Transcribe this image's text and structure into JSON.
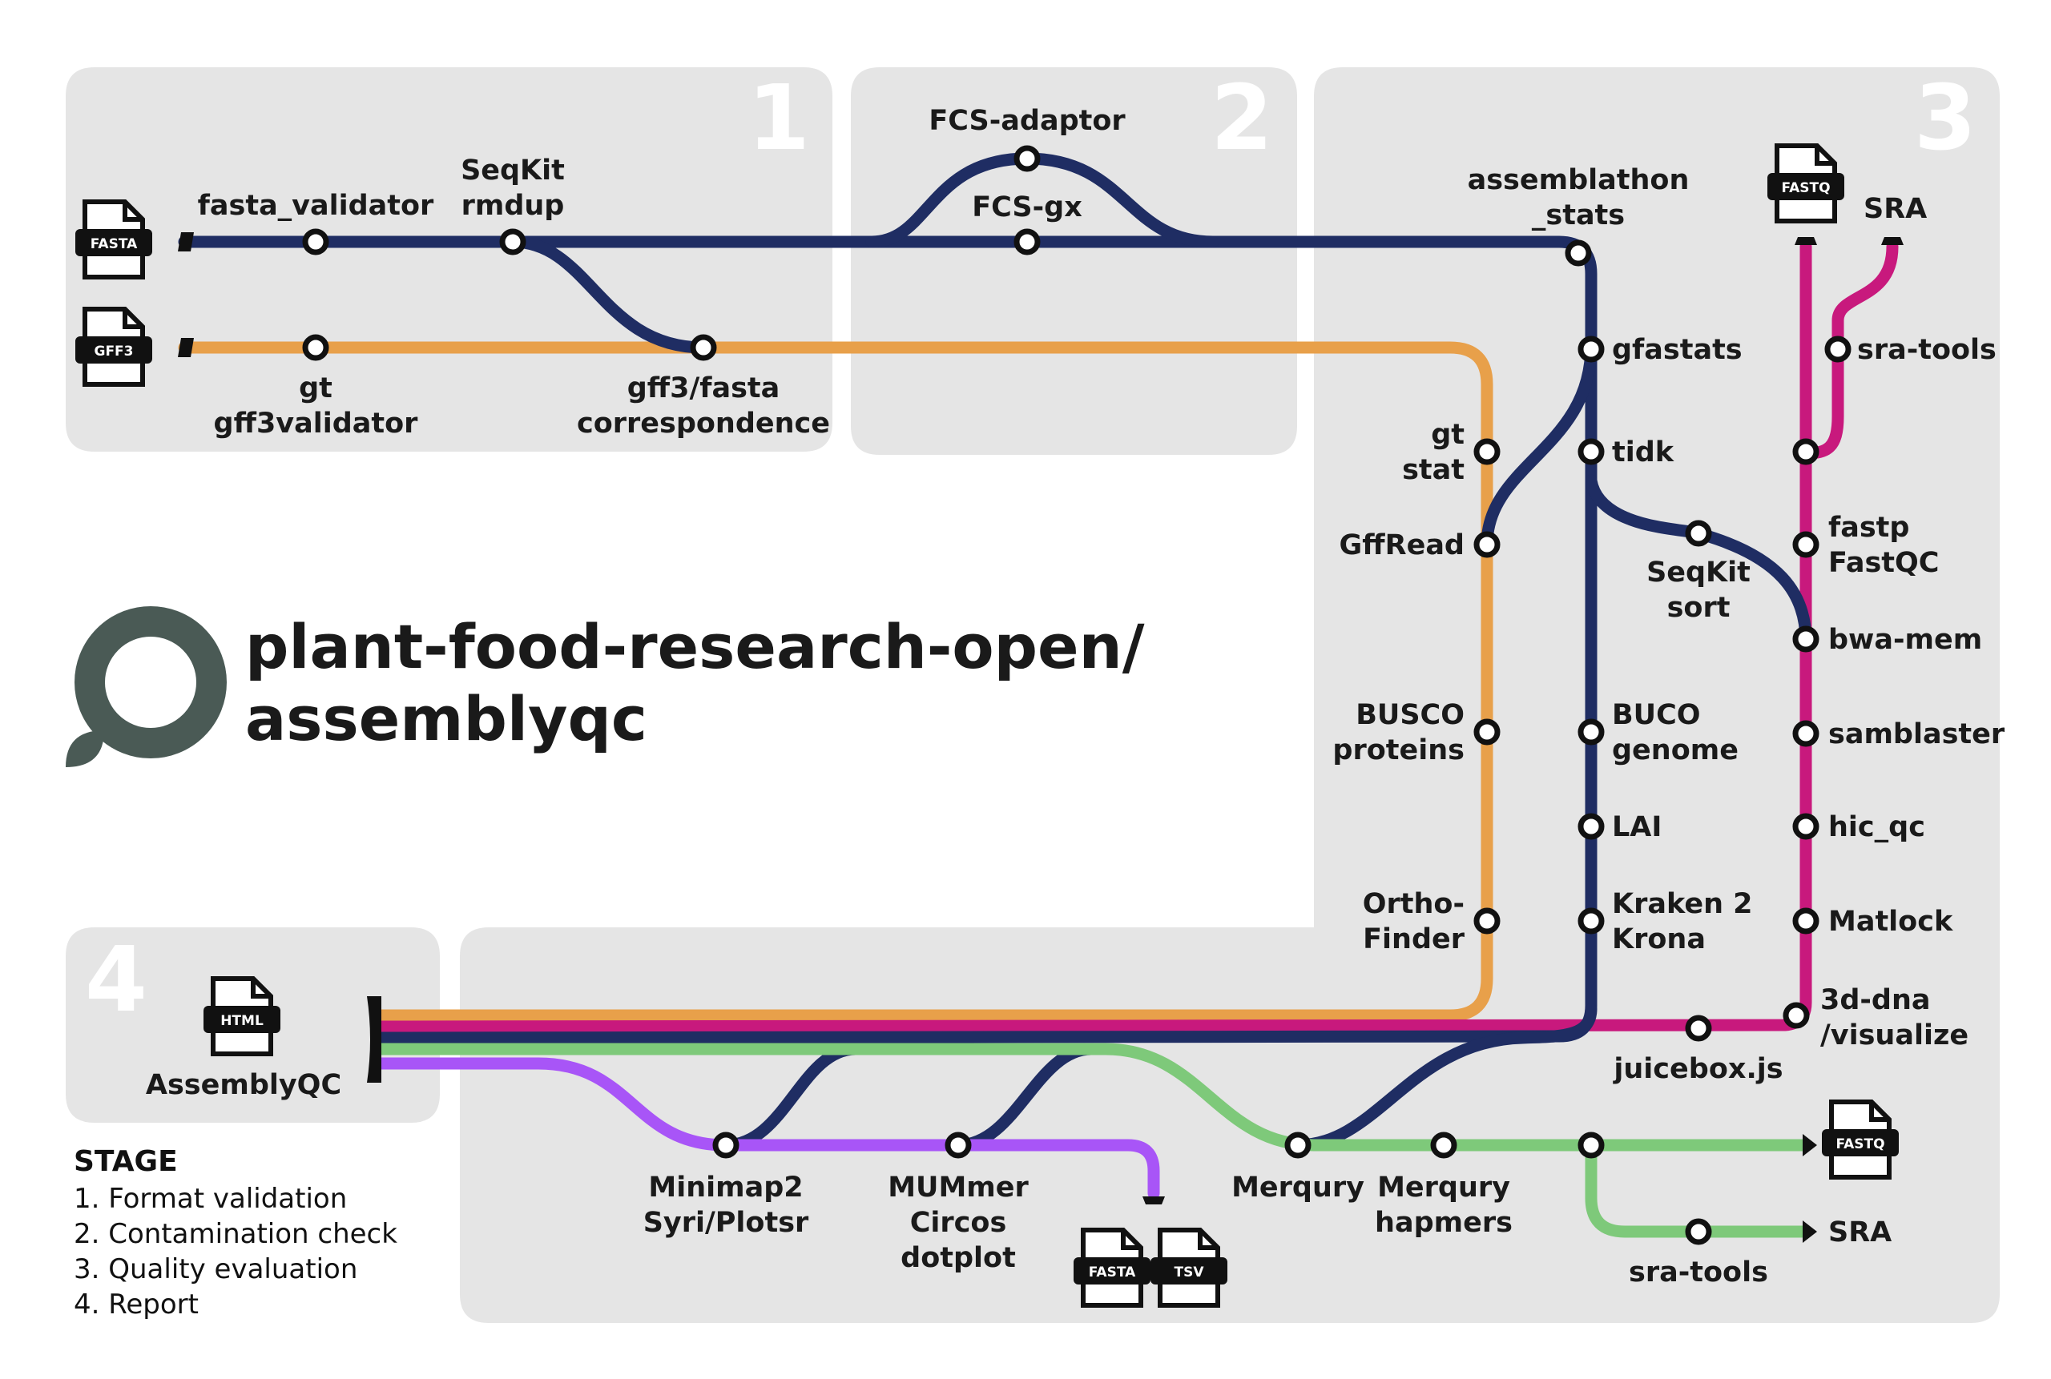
{
  "title": {
    "line1": "plant-food-research-open/",
    "line2": "assemblyqc"
  },
  "colors": {
    "navy": "#1f2d63",
    "orange": "#e8a04a",
    "magenta": "#c8197d",
    "green": "#7ec97a",
    "purple": "#a855f7",
    "panel": "#e5e5e5",
    "logo": "#4a5a55"
  },
  "stages": {
    "s1": "1",
    "s2": "2",
    "s3": "3",
    "s4": "4"
  },
  "legend": {
    "heading": "STAGE",
    "items": [
      "1. Format validation",
      "2. Contamination check",
      "3. Quality evaluation",
      "4. Report"
    ]
  },
  "files": {
    "fasta_in": "FASTA",
    "gff3_in": "GFF3",
    "fastq_in": "FASTQ",
    "html_out": "HTML",
    "fasta_out": "FASTA",
    "tsv_out": "TSV",
    "fastq_out": "FASTQ"
  },
  "labels": {
    "fasta_validator": "fasta_validator",
    "seqkit_rmdup_1": "SeqKit",
    "seqkit_rmdup_2": "rmdup",
    "gt_gff3_1": "gt",
    "gt_gff3_2": "gff3validator",
    "gff3fasta_1": "gff3/fasta",
    "gff3fasta_2": "correspondence",
    "fcs_adaptor": "FCS-adaptor",
    "fcs_gx": "FCS-gx",
    "assemblathon_1": "assemblathon",
    "assemblathon_2": "_stats",
    "gfastats": "gfastats",
    "tidk": "tidk",
    "gt_stat_1": "gt",
    "gt_stat_2": "stat",
    "gffread": "GffRead",
    "seqkit_sort_1": "SeqKit",
    "seqkit_sort_2": "sort",
    "busco_prot_1": "BUSCO",
    "busco_prot_2": "proteins",
    "busco_gen_1": "BUCO",
    "busco_gen_2": "genome",
    "lai": "LAI",
    "kraken_1": "Kraken 2",
    "kraken_2": "Krona",
    "ortho_1": "Ortho-",
    "ortho_2": "Finder",
    "sra_top": "SRA",
    "sra_tools_top": "sra-tools",
    "fastp_1": "fastp",
    "fastp_2": "FastQC",
    "bwa": "bwa-mem",
    "samblaster": "samblaster",
    "hic_qc": "hic_qc",
    "matlock": "Matlock",
    "dna3d_1": "3d-dna",
    "dna3d_2": "/visualize",
    "juicebox": "juicebox.js",
    "assemblyqc": "AssemblyQC",
    "minimap_1": "Minimap2",
    "minimap_2": "Syri/Plotsr",
    "mummer_1": "MUMmer",
    "mummer_2": "Circos",
    "mummer_3": "dotplot",
    "merqury": "Merqury",
    "merqury_hap_1": "Merqury",
    "merqury_hap_2": "hapmers",
    "sra_tools_bottom": "sra-tools",
    "sra_bottom": "SRA"
  }
}
